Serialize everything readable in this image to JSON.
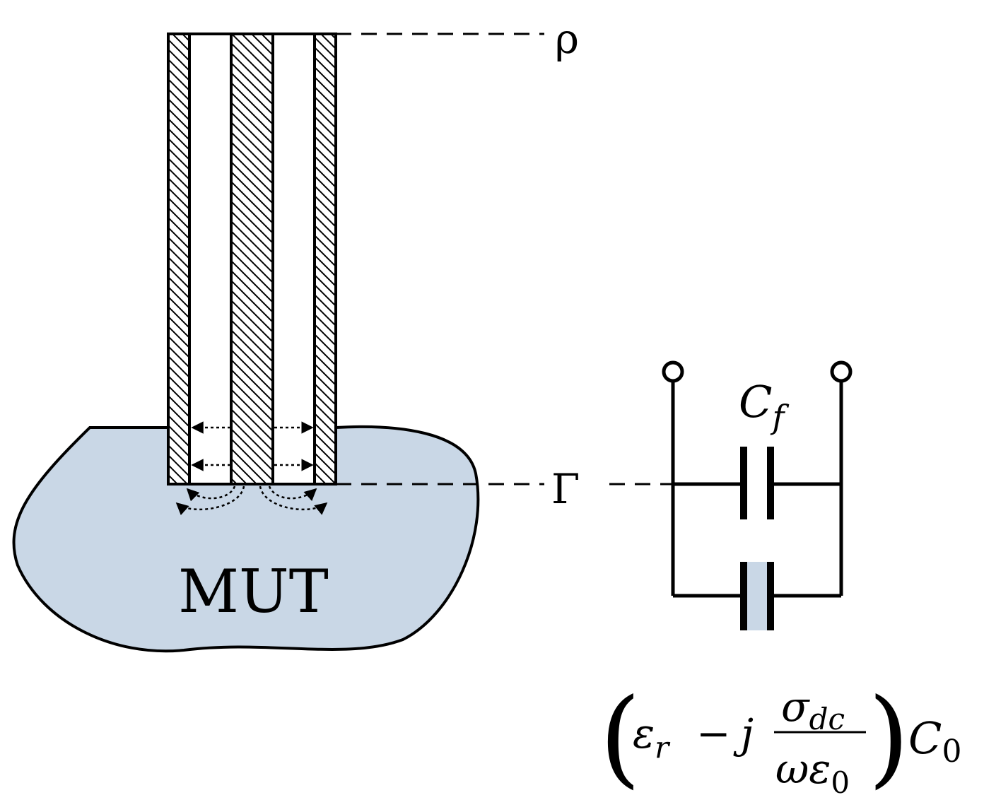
{
  "labels": {
    "rho": "ρ",
    "gamma": "Γ",
    "mut": "MUT",
    "cf_symbol": "C",
    "cf_subscript": "f"
  },
  "formula": {
    "open_paren": "(",
    "close_paren": ")",
    "epsilon_symbol": "ε",
    "epsilon_subscript": "r",
    "minus": "−",
    "j": "j",
    "sigma_symbol": "σ",
    "sigma_subscript": "dc",
    "omega": "ω",
    "epsilon0_symbol": "ε",
    "epsilon0_subscript": "0",
    "c0_symbol": "C",
    "c0_subscript": "0"
  },
  "colors": {
    "mut_fill": "#c9d7e6",
    "stroke": "#000000"
  }
}
